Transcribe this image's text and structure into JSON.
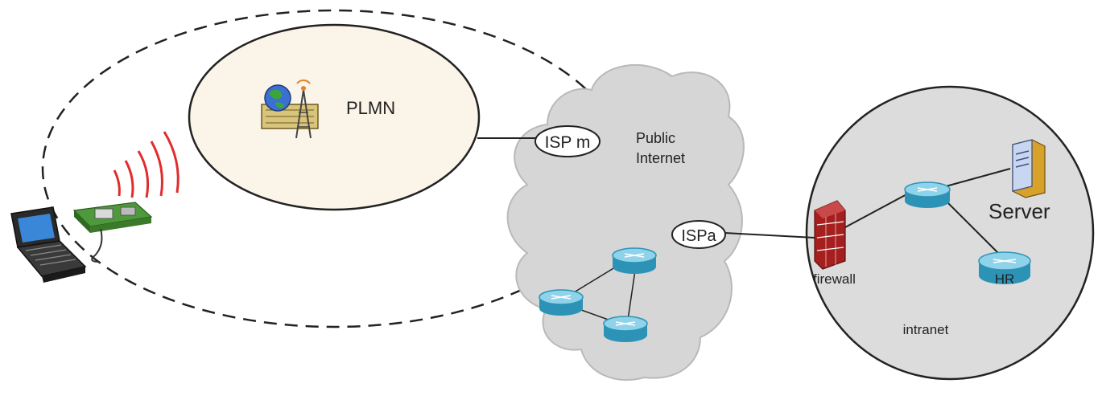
{
  "labels": {
    "plmn": "PLMN",
    "isp_m": "ISP m",
    "public_internet_line1": "Public",
    "public_internet_line2": "Internet",
    "isp_a": "ISPa",
    "firewall": "firewall",
    "server": "Server",
    "hr": "HR",
    "intranet": "intranet"
  },
  "colors": {
    "plmn_fill": "#fbf4e8",
    "internet_cloud": "#d6d6d6",
    "intranet_fill": "#dcdcdc",
    "router": "#35a9cf",
    "router_top": "#8fd3ea",
    "signal": "#e22c2c",
    "firewall": "#a51f1f"
  },
  "icons": [
    "laptop-icon",
    "gsm-modem-icon",
    "signal-waves-icon",
    "globe-antenna-icon",
    "router-icon",
    "firewall-icon",
    "server-icon"
  ]
}
